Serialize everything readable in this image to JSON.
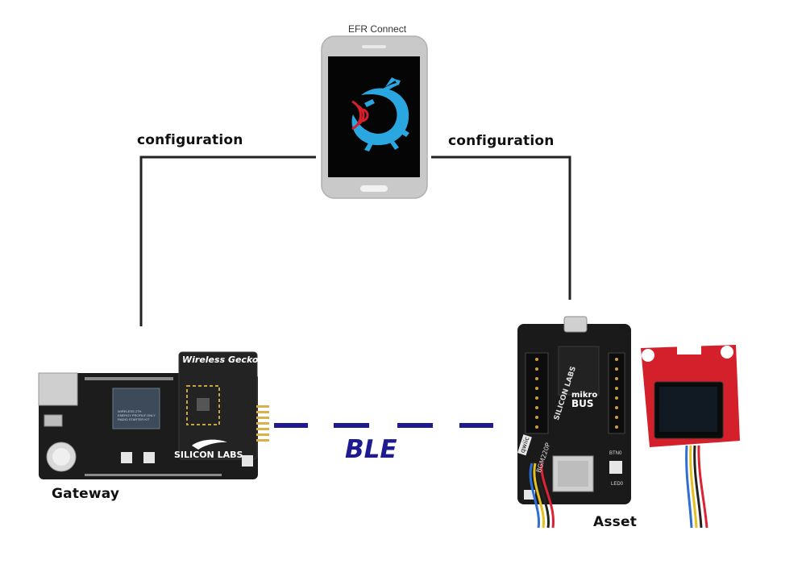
{
  "phone": {
    "app_name": "EFR Connect",
    "icon": "gecko-logo-icon"
  },
  "links": {
    "left_label": "configuration",
    "right_label": "configuration",
    "radio_label": "BLE"
  },
  "gateway": {
    "label": "Gateway",
    "board_title": "Wireless Gecko",
    "brand": "SILICON LABS",
    "chip_text": [
      "WIRELESS 2TH",
      "ENERGY PROFILE ONLY",
      "RADIO STARTER KIT"
    ]
  },
  "asset": {
    "label": "Asset",
    "brand": "SILICON LABS",
    "mikro": "mikro",
    "bus": "BUS",
    "model": "BGM220P",
    "qwiic": "qwiic",
    "btn": "BTN0",
    "led": "LED0"
  },
  "colors": {
    "line": "#222222",
    "ble_dash": "#1f1a8f",
    "board": "#1c1c1c",
    "display_pcb": "#d3202a",
    "phone_body": "#c8c8c8",
    "gecko": "#2aa7e0"
  }
}
